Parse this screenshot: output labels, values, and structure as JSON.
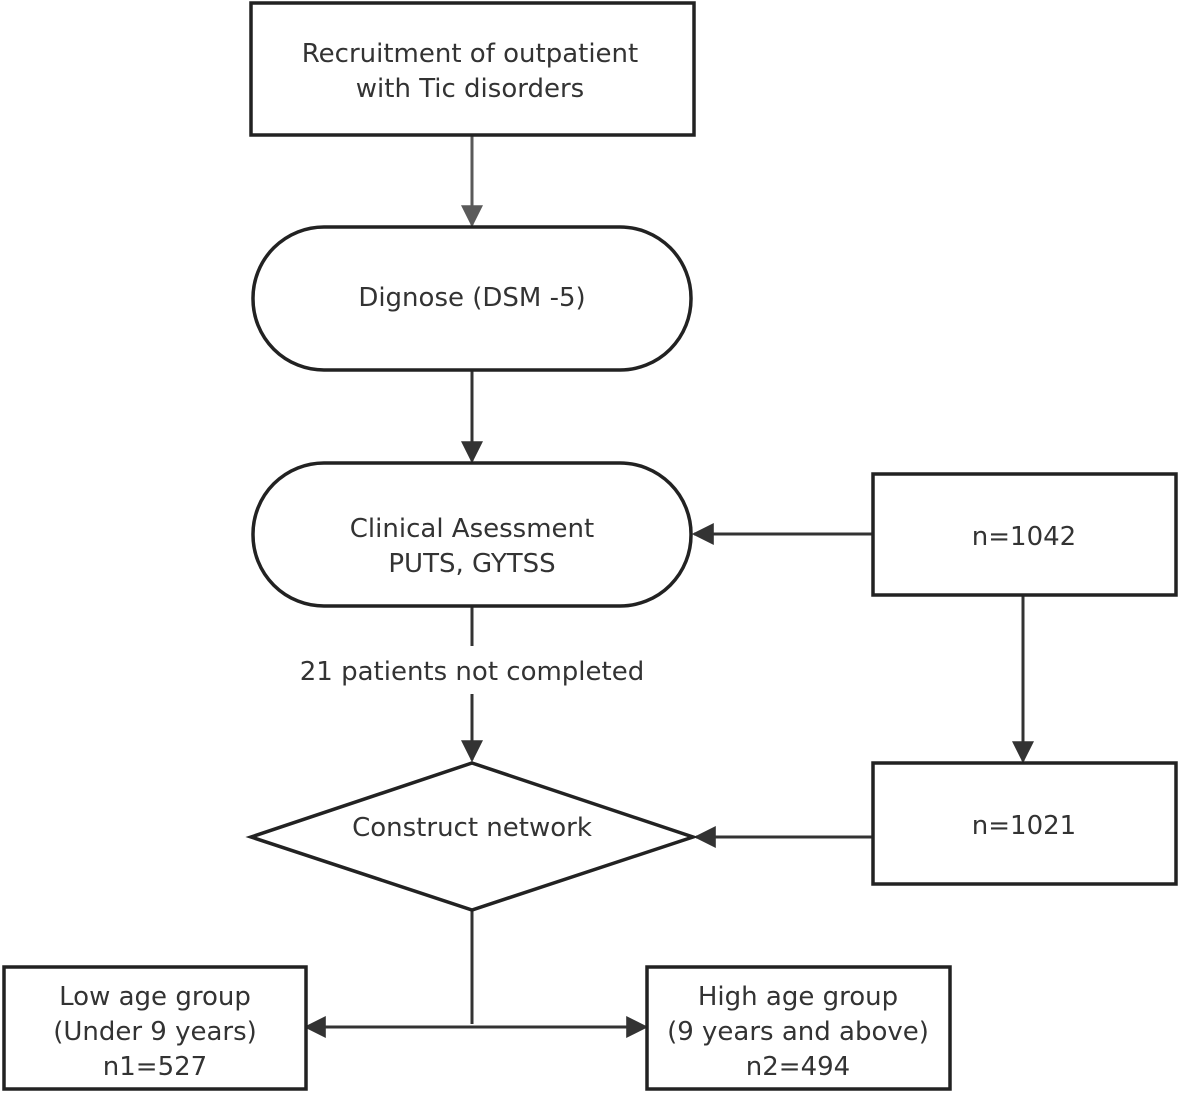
{
  "nodes": {
    "recruitment": [
      "Recruitment of outpatient",
      "with Tic disorders"
    ],
    "diagnose": "Dignose (DSM -5)",
    "assessment": [
      "Clinical Asessment",
      "PUTS, GYTSS"
    ],
    "n_initial": "n=1042",
    "n_final": "n=1021",
    "construct": "Construct network",
    "low_group": [
      "Low age group",
      "(Under 9 years)",
      "n1=527"
    ],
    "high_group": [
      "High age group",
      "(9 years and above)",
      "n2=494"
    ]
  },
  "edges": {
    "dropout_label": "21 patients not completed"
  },
  "colors": {
    "stroke": "#222222",
    "arrow": "#333333",
    "first_arrow": "#5a5a5a",
    "text": "#333333"
  }
}
